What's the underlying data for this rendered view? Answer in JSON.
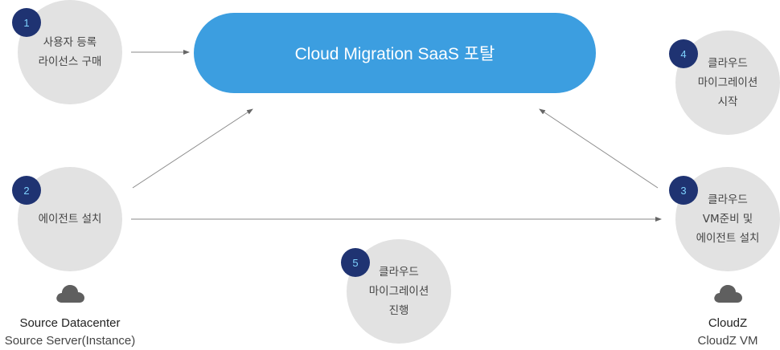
{
  "portal": {
    "label": "Cloud Migration SaaS 포탈"
  },
  "steps": [
    {
      "number": "1",
      "lines": [
        "사용자 등록",
        "라이선스 구매"
      ]
    },
    {
      "number": "2",
      "lines": [
        "에이전트 설치"
      ]
    },
    {
      "number": "3",
      "lines": [
        "클라우드",
        "VM준비 및",
        "에이전트 설치"
      ]
    },
    {
      "number": "4",
      "lines": [
        "클라우드",
        "마이그레이션",
        "시작"
      ]
    },
    {
      "number": "5",
      "lines": [
        "클라우드",
        "마이그레이션",
        "진행"
      ]
    }
  ],
  "source": {
    "title": "Source Datacenter",
    "subtitle": "Source Server(Instance)",
    "icon": "cloud-icon"
  },
  "target": {
    "title": "CloudZ",
    "subtitle": "CloudZ VM",
    "icon": "cloud-icon"
  },
  "colors": {
    "portal": "#3c9ee0",
    "circle": "#e2e2e2",
    "badge": "#1f3372",
    "badge_text": "#7fd3ff",
    "arrow": "#777777",
    "cloud": "#5f5f5f"
  }
}
